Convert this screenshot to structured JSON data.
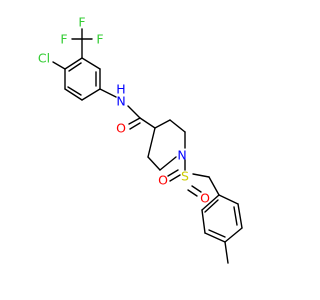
{
  "structure": {
    "atoms": {
      "F1": {
        "symbol": "F",
        "color": "#33cc33"
      },
      "F2": {
        "symbol": "F",
        "color": "#33cc33"
      },
      "F3": {
        "symbol": "F",
        "color": "#33cc33"
      },
      "Cl": {
        "symbol": "Cl",
        "color": "#33cc33"
      },
      "NH": {
        "symbol": "H",
        "color": "#0000ff"
      },
      "N_amide": {
        "symbol": "N",
        "color": "#0000ff"
      },
      "O_carbonyl": {
        "symbol": "O",
        "color": "#ff0000"
      },
      "N_ring": {
        "symbol": "N",
        "color": "#0000ff"
      },
      "S": {
        "symbol": "S",
        "color": "#cccc00"
      },
      "O_s1": {
        "symbol": "O",
        "color": "#ff0000"
      },
      "O_s2": {
        "symbol": "O",
        "color": "#ff0000"
      }
    }
  }
}
